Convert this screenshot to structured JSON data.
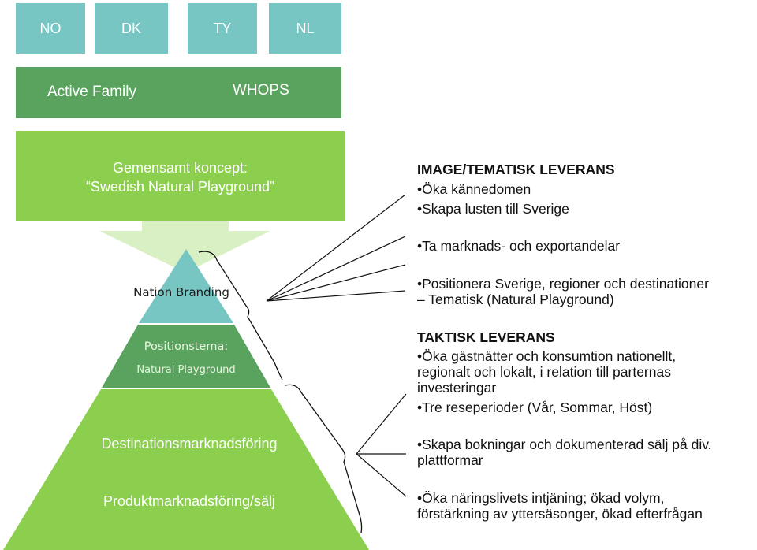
{
  "markets": [
    "NO",
    "DK",
    "TY",
    "NL"
  ],
  "band": {
    "left": "Active Family",
    "right": "WHOPS"
  },
  "concept": {
    "line1": "Gemensamt koncept:",
    "line2": "“Swedish Natural Playground”"
  },
  "pyramid": {
    "top": "Nation Branding",
    "middle_line1": "Positionstema:",
    "middle_line2": "Natural Playground",
    "bottom_line1": "Destinationsmarknadsföring",
    "bottom_line2": "Produktmarknadsföring/sälj"
  },
  "image_section": {
    "heading": "IMAGE/TEMATISK  LEVERANS",
    "b1": "•Öka kännedomen",
    "b2": "•Skapa lusten till Sverige",
    "b3": "•Ta marknads- och exportandelar",
    "b4_l1": "•Positionera Sverige, regioner och destinationer",
    "b4_l2": "– Tematisk (Natural Playground)"
  },
  "tactical_section": {
    "heading": "TAKTISK LEVERANS",
    "b1_l1": "•Öka gästnätter och konsumtion nationellt,",
    "b1_l2": "regionalt och lokalt, i relation till parternas",
    "b1_l3": "investeringar",
    "b2": "•Tre reseperioder (Vår, Sommar, Höst)",
    "b3_l1": "•Skapa bokningar och dokumenterad sälj på div.",
    "b3_l2": "plattformar",
    "b4_l1": "•Öka näringslivets intjäning; ökad volym,",
    "b4_l2": "förstärkning av yttersäsonger, ökad efterfrågan"
  },
  "colors": {
    "market": "#78c6c3",
    "band": "#5aa35f",
    "concept": "#8ccf4f",
    "pyramid_top": "#78c6c3",
    "pyramid_middle": "#5aa35f",
    "pyramid_bottom": "#8ccf4f",
    "funnel": "#d9f0c4"
  }
}
